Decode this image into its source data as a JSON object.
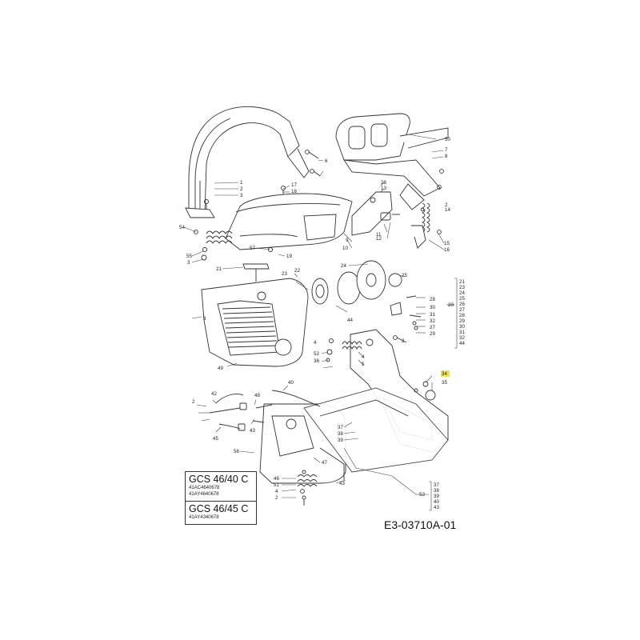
{
  "document_id": "E3-03710A-01",
  "models": [
    {
      "name": "GCS 46/40 C",
      "codes": [
        "41AC4640678",
        "41AY4640678"
      ]
    },
    {
      "name": "GCS 46/45 C",
      "codes": [
        "41AY4340678"
      ]
    }
  ],
  "callouts": [
    "1",
    "2",
    "3",
    "6",
    "7",
    "8",
    "17",
    "18",
    "50",
    "28",
    "13",
    "14",
    "2",
    "54",
    "55",
    "3",
    "9",
    "10",
    "11",
    "12",
    "15",
    "16",
    "57",
    "19",
    "21",
    "24",
    "23",
    "22",
    "25",
    "20",
    "8",
    "44",
    "28",
    "30",
    "31",
    "32",
    "27",
    "29",
    "2",
    "52",
    "4",
    "36",
    "5",
    "4",
    "49",
    "34",
    "35",
    "42",
    "48",
    "40",
    "2",
    "45",
    "43",
    "37",
    "38",
    "39",
    "56",
    "47",
    "46",
    "51",
    "4",
    "2",
    "43",
    "53"
  ],
  "group_20": [
    "21",
    "23",
    "24",
    "25",
    "26",
    "27",
    "28",
    "29",
    "30",
    "31",
    "32",
    "44"
  ],
  "group_53": [
    "37",
    "38",
    "39",
    "40",
    "43"
  ],
  "highlighted_callout": "34",
  "colors": {
    "line": "#333333",
    "highlight": "#f2e24a"
  }
}
